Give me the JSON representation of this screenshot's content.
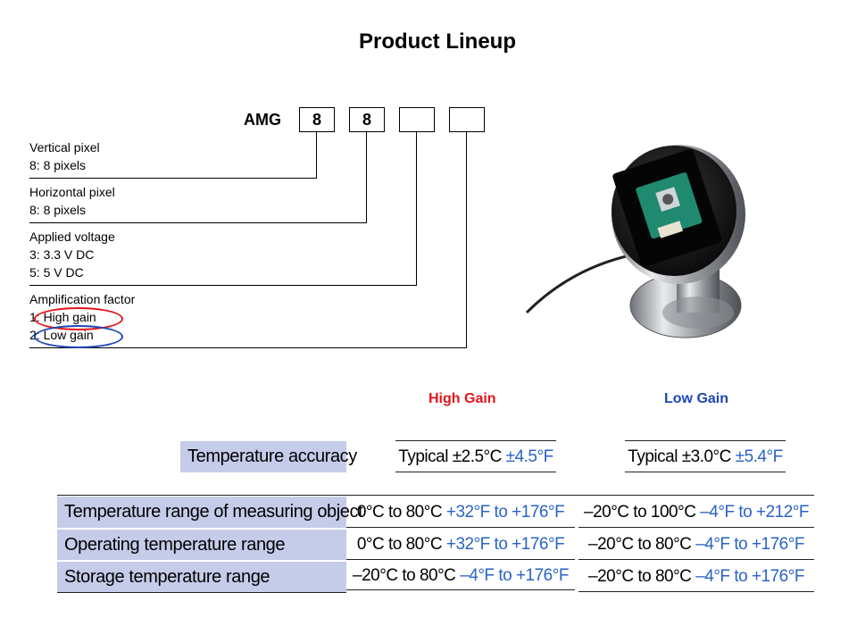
{
  "title": "Product Lineup",
  "part_number": {
    "prefix": "AMG",
    "digits": [
      "8",
      "8",
      "",
      ""
    ]
  },
  "fields": [
    {
      "label": "Vertical pixel",
      "options": [
        "8: 8 pixels"
      ]
    },
    {
      "label": "Horizontal pixel",
      "options": [
        "8: 8 pixels"
      ]
    },
    {
      "label": "Applied voltage",
      "options": [
        "3: 3.3 V DC",
        "5: 5 V DC"
      ]
    },
    {
      "label": "Amplification factor",
      "options": [
        "1: High gain",
        "2: Low gain"
      ]
    }
  ],
  "highlight_colors": {
    "high_gain": "#e3141b",
    "low_gain": "#1d47b8"
  },
  "columns": {
    "high_gain": "High Gain",
    "low_gain": "Low Gain"
  },
  "accuracy": {
    "label": "Temperature accuracy",
    "high_c": "Typical ±2.5°C",
    "high_f": "±4.5°F",
    "low_c": "Typical ±3.0°C",
    "low_f": "±5.4°F"
  },
  "ranges": [
    {
      "label": "Temperature range of measuring object",
      "high_c": "0°C to 80°C",
      "high_f": "+32°F to +176°F",
      "low_c": "–20°C to 100°C",
      "low_f": "–4°F to +212°F"
    },
    {
      "label": "Operating temperature range",
      "high_c": "0°C to 80°C",
      "high_f": "+32°F to +176°F",
      "low_c": "–20°C to 80°C",
      "low_f": "–4°F to +176°F"
    },
    {
      "label": "Storage temperature range",
      "high_c": "–20°C to 80°C",
      "high_f": "–4°F to +176°F",
      "low_c": "–20°C to 80°C",
      "low_f": "–4°F to +176°F"
    }
  ],
  "image_colors": {
    "pcb": "#1f8a70",
    "housing": "#1a1a1a",
    "metal": "#b9bcc0"
  }
}
